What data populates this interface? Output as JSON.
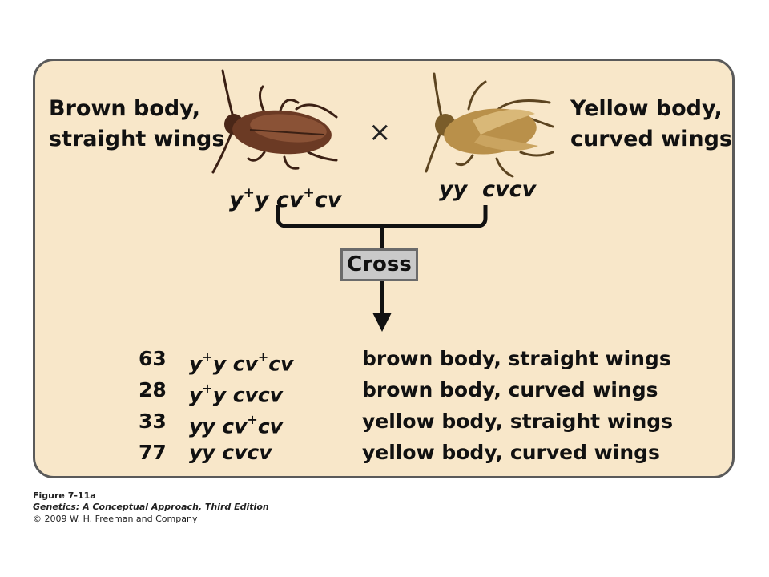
{
  "parents": {
    "left": {
      "phenotype_line1": "Brown body,",
      "phenotype_line2": "straight wings",
      "genotype": [
        {
          "base": "y",
          "sup": "+"
        },
        {
          "base": "y",
          "sup": ""
        },
        {
          "base": " cv",
          "sup": "+"
        },
        {
          "base": "cv",
          "sup": ""
        }
      ],
      "body_color": "#6b3a24"
    },
    "right": {
      "phenotype_line1": "Yellow body,",
      "phenotype_line2": "curved wings",
      "genotype_text": "yy  cvcv",
      "body_color": "#b9904a"
    },
    "cross_symbol": "×"
  },
  "cross_label": "Cross",
  "offspring": [
    {
      "count": "63",
      "genotype_parts": [
        {
          "t": "y",
          "sup": "+"
        },
        {
          "t": "y cv",
          "sup": "+"
        },
        {
          "t": "cv",
          "sup": ""
        }
      ],
      "phenotype": "brown body, straight wings"
    },
    {
      "count": "28",
      "genotype_parts": [
        {
          "t": "y",
          "sup": "+"
        },
        {
          "t": "y cvcv",
          "sup": ""
        }
      ],
      "phenotype": "brown body, curved wings"
    },
    {
      "count": "33",
      "genotype_parts": [
        {
          "t": "yy cv",
          "sup": "+"
        },
        {
          "t": "cv",
          "sup": ""
        }
      ],
      "phenotype": "yellow body, straight wings"
    },
    {
      "count": "77",
      "genotype_parts": [
        {
          "t": "yy cvcv",
          "sup": ""
        }
      ],
      "phenotype": "yellow body, curved wings"
    }
  ],
  "caption": {
    "figure": "Figure 7-11a",
    "book": "Genetics: A Conceptual Approach, Third Edition",
    "copyright": "© 2009 W. H. Freeman and Company"
  },
  "colors": {
    "panel_bg": "#f8e7c9",
    "panel_border": "#5a5a5a",
    "cross_box_bg": "#c9c9c9",
    "line": "#111111"
  },
  "icons": {
    "left_insect": "brown-cockroach-icon",
    "right_insect": "yellow-cockroach-icon",
    "arrow": "down-arrow-icon"
  }
}
